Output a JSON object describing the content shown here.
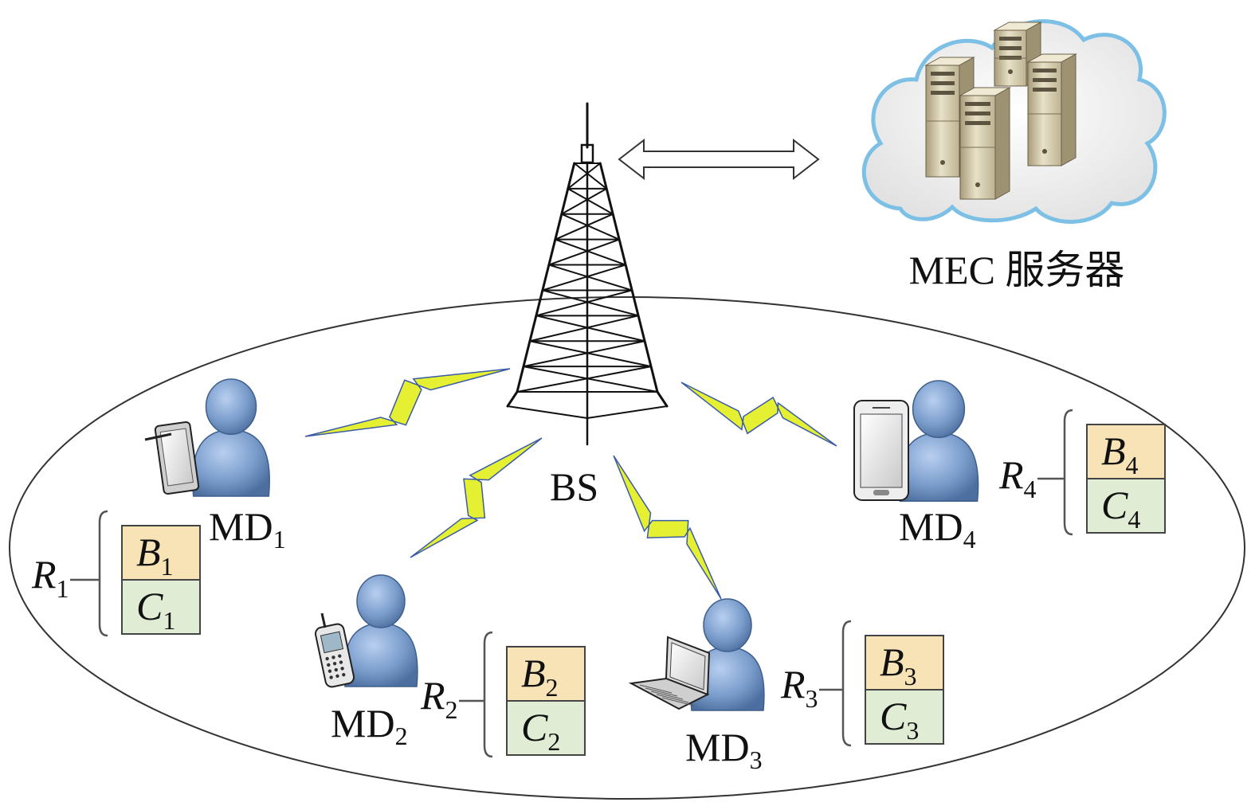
{
  "server": {
    "label": "MEC 服务器"
  },
  "base_station": {
    "label": "BS"
  },
  "devices": [
    {
      "name": "MD",
      "sub": "1",
      "icon": "tablet-user-icon"
    },
    {
      "name": "MD",
      "sub": "2",
      "icon": "phone-user-icon"
    },
    {
      "name": "MD",
      "sub": "3",
      "icon": "laptop-user-icon"
    },
    {
      "name": "MD",
      "sub": "4",
      "icon": "smartphone-user-icon"
    }
  ],
  "requests": [
    {
      "r": "R",
      "r_sub": "1",
      "b": "B",
      "b_sub": "1",
      "c": "C",
      "c_sub": "1"
    },
    {
      "r": "R",
      "r_sub": "2",
      "b": "B",
      "b_sub": "2",
      "c": "C",
      "c_sub": "2"
    },
    {
      "r": "R",
      "r_sub": "3",
      "b": "B",
      "b_sub": "3",
      "c": "C",
      "c_sub": "3"
    },
    {
      "r": "R",
      "r_sub": "4",
      "b": "B",
      "b_sub": "4",
      "c": "C",
      "c_sub": "4"
    }
  ],
  "colors": {
    "b_cell": "#f7e3b5",
    "c_cell": "#e0ecd4",
    "lightning": "#e6f032",
    "person": "#7a9dcc",
    "cloud_border": "#7cc0e6",
    "server": "#d8cfb4"
  }
}
